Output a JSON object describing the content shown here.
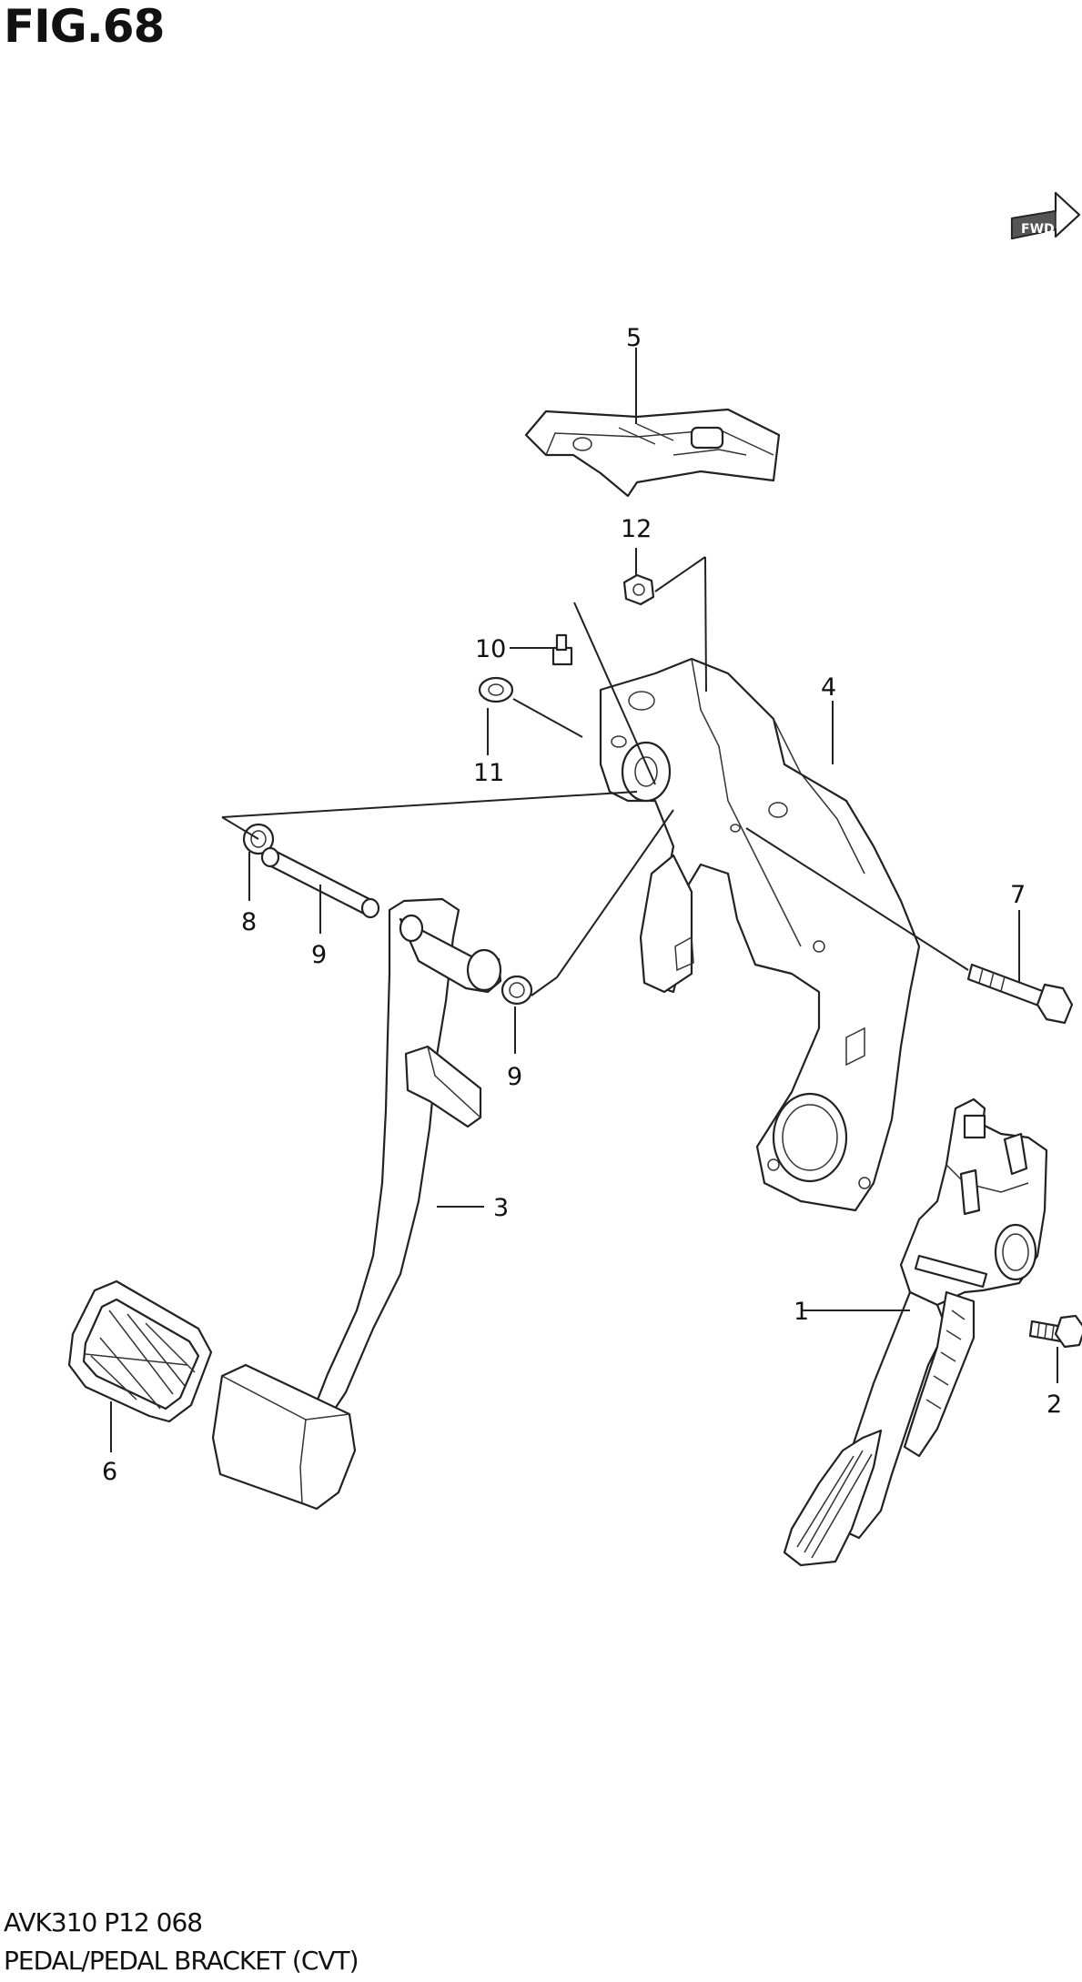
{
  "figure": {
    "title": "FIG.68",
    "code": "AVK310 P12 068",
    "name": "PEDAL/PEDAL BRACKET (CVT)",
    "direction_badge": "FWD"
  },
  "callouts": [
    "1",
    "2",
    "3",
    "4",
    "5",
    "6",
    "7",
    "8",
    "9",
    "9",
    "10",
    "11",
    "12"
  ]
}
